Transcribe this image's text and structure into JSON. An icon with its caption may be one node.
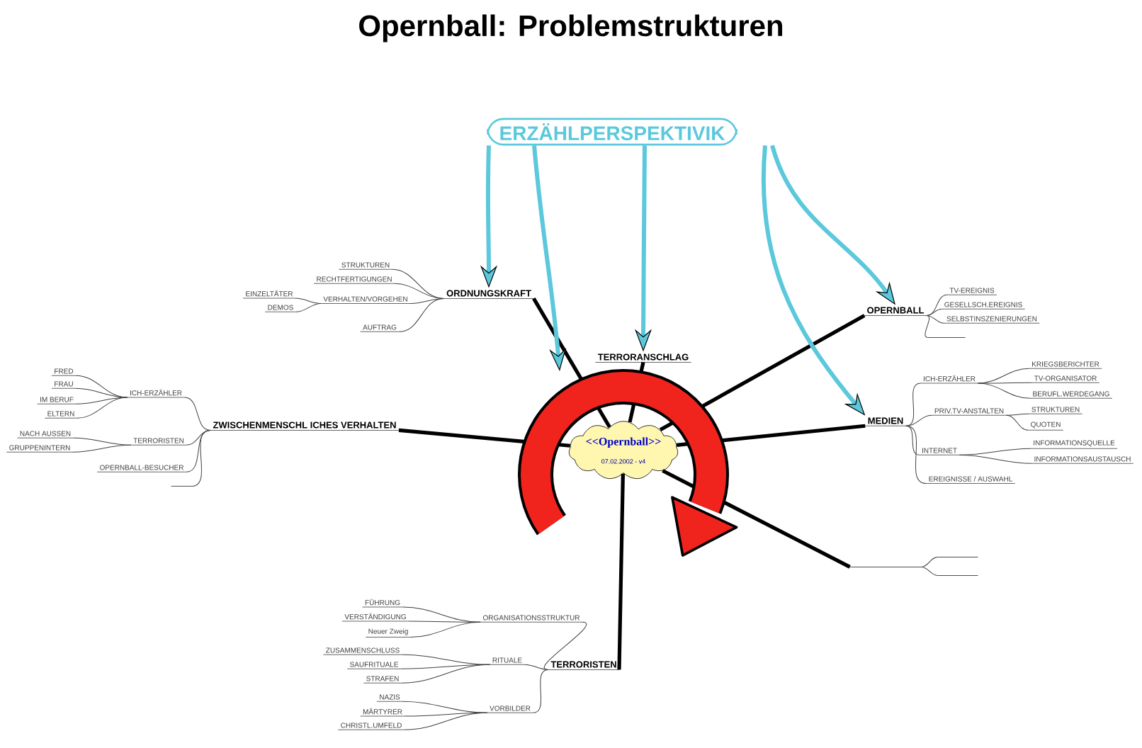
{
  "diagram": {
    "title": "Opernball: Problemstrukturen",
    "nodes": [
      {
        "text": [
          "ERZÄHLPERSPEKTIVIK"
        ]
      },
      {
        "text": [
          "<<Opernball>>",
          "07.02.2002 - v4"
        ]
      },
      {
        "text": [
          "ORDNUNGSKRAFT"
        ]
      },
      {
        "text": [
          "STRUKTUREN"
        ]
      },
      {
        "text": [
          "RECHTFERTIGUNGEN"
        ]
      },
      {
        "text": [
          "VERHALTEN/VORGEHEN"
        ]
      },
      {
        "text": [
          "EINZELTÄTER"
        ]
      },
      {
        "text": [
          "DEMOS"
        ]
      },
      {
        "text": [
          "AUFTRAG"
        ]
      },
      {
        "text": [
          "TERRORANSCHLAG"
        ]
      },
      {
        "text": [
          "OPERNBALL"
        ]
      },
      {
        "text": [
          "TV-EREIGNIS"
        ]
      },
      {
        "text": [
          "GESELLSCH.EREIGNIS"
        ]
      },
      {
        "text": [
          "SELBSTINSZENIERUNGEN"
        ]
      },
      {
        "text": [],
        "shape": "line"
      },
      {
        "text": [
          "MEDIEN"
        ]
      },
      {
        "text": [
          "ICH-ERZÄHLER"
        ]
      },
      {
        "text": [
          "KRIEGSBERICHTER"
        ]
      },
      {
        "text": [
          "TV-ORGANISATOR"
        ]
      },
      {
        "text": [
          "BERUFL.WERDEGANG"
        ]
      },
      {
        "text": [
          "PRIV.TV-ANSTALTEN"
        ]
      },
      {
        "text": [
          "STRUKTUREN"
        ]
      },
      {
        "text": [
          "QUOTEN"
        ]
      },
      {
        "text": [
          "INTERNET"
        ]
      },
      {
        "text": [
          "INFORMATIONSQUELLE"
        ]
      },
      {
        "text": [
          "INFORMATIONSAUSTAUSCH"
        ]
      },
      {
        "text": [
          "EREIGNISSE / AUSWAHL"
        ]
      },
      {
        "text": [],
        "shape": "line"
      },
      {
        "text": [],
        "shape": "line"
      },
      {
        "text": [],
        "shape": "line"
      },
      {
        "text": [
          "TERRORISTEN"
        ]
      },
      {
        "text": [
          "ORGANISATIONSSTRUKTUR"
        ]
      },
      {
        "text": [
          "FÜHRUNG"
        ]
      },
      {
        "text": [
          "VERSTÄNDIGUNG"
        ]
      },
      {
        "text": [
          "Neuer Zweig"
        ]
      },
      {
        "text": [
          "RITUALE"
        ]
      },
      {
        "text": [
          "ZUSAMMENSCHLUSS"
        ]
      },
      {
        "text": [
          "SAUFRITUALE"
        ]
      },
      {
        "text": [
          "STRAFEN"
        ]
      },
      {
        "text": [
          "VORBILDER"
        ]
      },
      {
        "text": [
          "NAZIS"
        ]
      },
      {
        "text": [
          "MÄRTYRER"
        ]
      },
      {
        "text": [
          "CHRISTL.UMFELD"
        ]
      },
      {
        "text": [
          "ZWISCHENMENSCHL ICHES VERHALTEN"
        ]
      },
      {
        "text": [
          "ICH-ERZÄHLER"
        ]
      },
      {
        "text": [
          "FRED"
        ]
      },
      {
        "text": [
          "FRAU"
        ]
      },
      {
        "text": [
          "IM BERUF"
        ]
      },
      {
        "text": [
          "ELTERN"
        ]
      },
      {
        "text": [
          "TERRORISTEN"
        ]
      },
      {
        "text": [
          "NACH AUSSEN"
        ]
      },
      {
        "text": [
          "GRUPPENINTERN"
        ]
      },
      {
        "text": [
          "OPERNBALL-BESUCHER"
        ]
      },
      {
        "text": [],
        "shape": "line"
      }
    ],
    "edges": [
      {
        "from": 1,
        "to": 2,
        "arrow": "none",
        "style": "thick"
      },
      {
        "from": 1,
        "to": 9,
        "arrow": "none",
        "style": "thick"
      },
      {
        "from": 1,
        "to": 10,
        "arrow": "none",
        "style": "thick"
      },
      {
        "from": 1,
        "to": 15,
        "arrow": "none",
        "style": "thick"
      },
      {
        "from": 1,
        "to": 27,
        "arrow": "none",
        "style": "thick"
      },
      {
        "from": 1,
        "to": 30,
        "arrow": "none",
        "style": "thick"
      },
      {
        "from": 1,
        "to": 43,
        "arrow": "none",
        "style": "thick"
      },
      {
        "from": 2,
        "to": 3,
        "arrow": "none"
      },
      {
        "from": 2,
        "to": 4,
        "arrow": "none"
      },
      {
        "from": 2,
        "to": 5,
        "arrow": "none"
      },
      {
        "from": 2,
        "to": 8,
        "arrow": "none"
      },
      {
        "from": 5,
        "to": 6,
        "arrow": "none"
      },
      {
        "from": 5,
        "to": 7,
        "arrow": "none"
      },
      {
        "from": 10,
        "to": 11,
        "arrow": "none"
      },
      {
        "from": 10,
        "to": 12,
        "arrow": "none"
      },
      {
        "from": 10,
        "to": 13,
        "arrow": "none"
      },
      {
        "from": 10,
        "to": 14,
        "arrow": "none"
      },
      {
        "from": 15,
        "to": 16,
        "arrow": "none"
      },
      {
        "from": 15,
        "to": 20,
        "arrow": "none"
      },
      {
        "from": 15,
        "to": 23,
        "arrow": "none"
      },
      {
        "from": 15,
        "to": 26,
        "arrow": "none"
      },
      {
        "from": 16,
        "to": 17,
        "arrow": "none"
      },
      {
        "from": 16,
        "to": 18,
        "arrow": "none"
      },
      {
        "from": 16,
        "to": 19,
        "arrow": "none"
      },
      {
        "from": 20,
        "to": 21,
        "arrow": "none"
      },
      {
        "from": 20,
        "to": 22,
        "arrow": "none"
      },
      {
        "from": 23,
        "to": 24,
        "arrow": "none"
      },
      {
        "from": 23,
        "to": 25,
        "arrow": "none"
      },
      {
        "from": 27,
        "to": 28,
        "arrow": "none"
      },
      {
        "from": 27,
        "to": 29,
        "arrow": "none"
      },
      {
        "from": 30,
        "to": 31,
        "arrow": "none"
      },
      {
        "from": 30,
        "to": 35,
        "arrow": "none"
      },
      {
        "from": 30,
        "to": 39,
        "arrow": "none"
      },
      {
        "from": 31,
        "to": 32,
        "arrow": "none"
      },
      {
        "from": 31,
        "to": 33,
        "arrow": "none"
      },
      {
        "from": 31,
        "to": 34,
        "arrow": "none"
      },
      {
        "from": 35,
        "to": 36,
        "arrow": "none"
      },
      {
        "from": 35,
        "to": 37,
        "arrow": "none"
      },
      {
        "from": 35,
        "to": 38,
        "arrow": "none"
      },
      {
        "from": 39,
        "to": 40,
        "arrow": "none"
      },
      {
        "from": 39,
        "to": 41,
        "arrow": "none"
      },
      {
        "from": 39,
        "to": 42,
        "arrow": "none"
      },
      {
        "from": 43,
        "to": 44,
        "arrow": "none"
      },
      {
        "from": 43,
        "to": 49,
        "arrow": "none"
      },
      {
        "from": 43,
        "to": 52,
        "arrow": "none"
      },
      {
        "from": 43,
        "to": 53,
        "arrow": "none"
      },
      {
        "from": 44,
        "to": 45,
        "arrow": "none"
      },
      {
        "from": 44,
        "to": 46,
        "arrow": "none"
      },
      {
        "from": 44,
        "to": 47,
        "arrow": "none"
      },
      {
        "from": 44,
        "to": 48,
        "arrow": "none"
      },
      {
        "from": 49,
        "to": 50,
        "arrow": "none"
      },
      {
        "from": 49,
        "to": 51,
        "arrow": "none"
      },
      {
        "from": 0,
        "to": 2,
        "arrow": "to",
        "style": "thick",
        "color": "#5bc8dc"
      },
      {
        "from": 0,
        "to": null,
        "arrow": "to",
        "style": "thick",
        "color": "#5bc8dc"
      },
      {
        "from": 0,
        "to": 9,
        "arrow": "to",
        "style": "thick",
        "color": "#5bc8dc"
      },
      {
        "from": 0,
        "to": 15,
        "arrow": "to",
        "style": "thick",
        "color": "#5bc8dc"
      },
      {
        "from": 0,
        "to": 10,
        "arrow": "to",
        "style": "thick",
        "color": "#5bc8dc"
      }
    ]
  }
}
